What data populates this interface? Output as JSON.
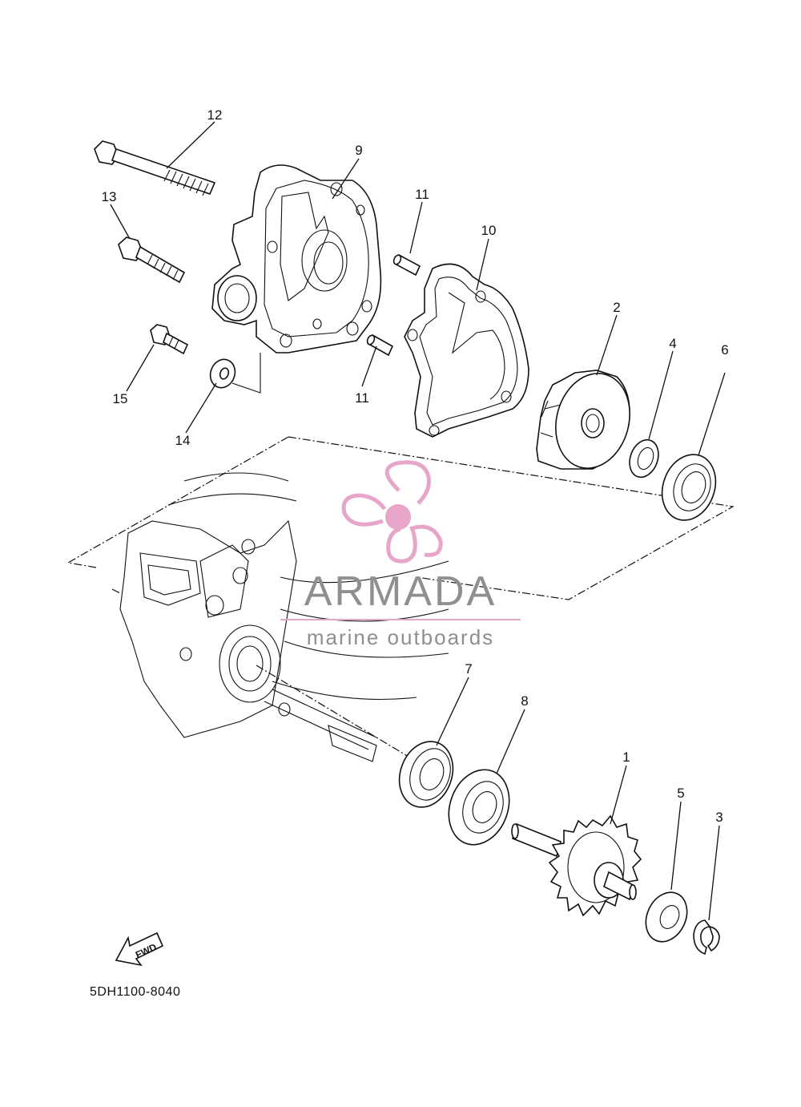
{
  "callouts": {
    "c1": "1",
    "c2": "2",
    "c3": "3",
    "c4": "4",
    "c5": "5",
    "c6": "6",
    "c7": "7",
    "c8": "8",
    "c9": "9",
    "c10": "10",
    "c11a": "11",
    "c11b": "11",
    "c12": "12",
    "c13": "13",
    "c14": "14",
    "c15": "15"
  },
  "fwd_label": "FWD",
  "drawing_code": "5DH1100-8040",
  "watermark": {
    "title": "ARMADA",
    "subtitle": "marine outboards",
    "accent_color": "#e7a6c9",
    "text_color": "#8f8f8f"
  }
}
